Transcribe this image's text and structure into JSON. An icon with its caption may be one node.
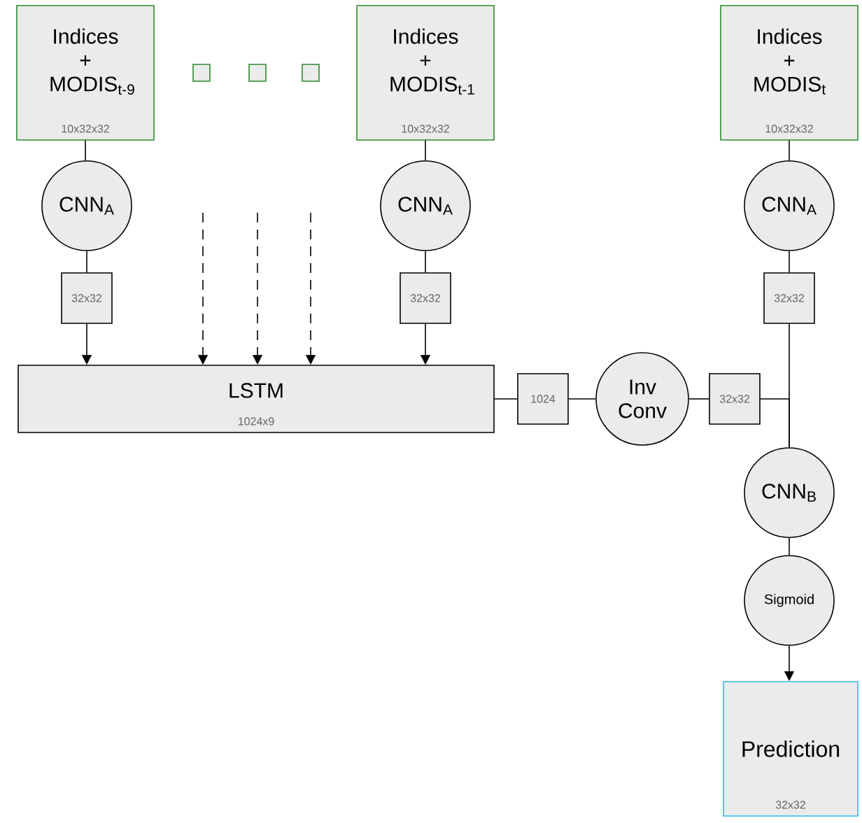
{
  "diagram": {
    "nodes": [
      {
        "text": [
          "Indices + MODIS$_{t-9}$",
          "10x32x32"
        ]
      },
      {
        "text": [],
        "shape": "box"
      },
      {
        "text": [],
        "shape": "box"
      },
      {
        "text": [],
        "shape": "box"
      },
      {
        "text": [
          "Indices + MODIS$_{t-1}$",
          "10x32x32"
        ]
      },
      {
        "text": [
          "Indices + MODIS$_{t}$",
          "10x32x32"
        ]
      },
      {
        "text": [
          "CNN$_{A}$"
        ]
      },
      {
        "text": [
          "CNN$_{A}$"
        ]
      },
      {
        "text": [
          "CNN$_{A}$"
        ]
      },
      {
        "text": [
          "32x32"
        ]
      },
      {
        "text": [
          "32x32"
        ]
      },
      {
        "text": [
          "32x32"
        ]
      },
      {
        "text": [
          "LSTM",
          "1024x9"
        ]
      },
      {
        "text": [
          "1024"
        ]
      },
      {
        "text": [
          "Inv Conv"
        ]
      },
      {
        "text": [
          "32x32"
        ]
      },
      {
        "text": [
          "CNN$_{B}$"
        ]
      },
      {
        "text": [
          "Sigmoid"
        ]
      },
      {
        "text": [
          "Prediction",
          "32x32"
        ]
      }
    ],
    "edges": [
      {
        "from": 0,
        "to": 6,
        "arrow": "none"
      },
      {
        "from": 6,
        "to": 9,
        "arrow": "none"
      },
      {
        "from": 9,
        "to": 12,
        "arrow": "to"
      },
      {
        "from": null,
        "to": 12,
        "arrow": "to",
        "style": "dashed"
      },
      {
        "from": null,
        "to": 12,
        "arrow": "to",
        "style": "dashed"
      },
      {
        "from": null,
        "to": 12,
        "arrow": "to",
        "style": "dashed"
      },
      {
        "from": 4,
        "to": 7,
        "arrow": "none"
      },
      {
        "from": 7,
        "to": 10,
        "arrow": "none"
      },
      {
        "from": 10,
        "to": 12,
        "arrow": "to"
      },
      {
        "from": 5,
        "to": 8,
        "arrow": "none"
      },
      {
        "from": 8,
        "to": 11,
        "arrow": "none"
      },
      {
        "from": 12,
        "to": 13,
        "arrow": "none"
      },
      {
        "from": 13,
        "to": 14,
        "arrow": "none"
      },
      {
        "from": 14,
        "to": 15,
        "arrow": "none"
      },
      {
        "from": 15,
        "to": 16,
        "arrow": "none"
      },
      {
        "from": 11,
        "to": 16,
        "arrow": "none"
      },
      {
        "from": 16,
        "to": 17,
        "arrow": "none"
      },
      {
        "from": 17,
        "to": 18,
        "arrow": "to"
      }
    ]
  }
}
